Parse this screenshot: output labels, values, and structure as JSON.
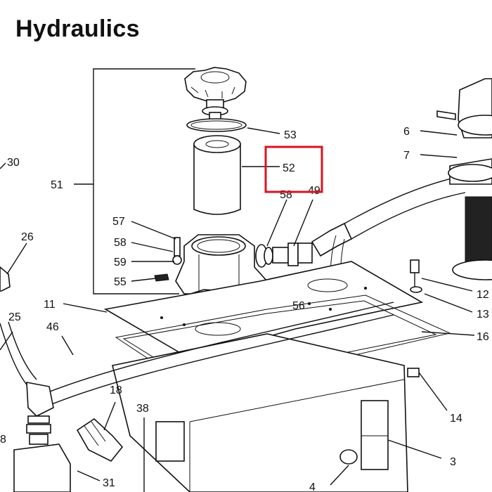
{
  "title": "Hydraulics",
  "highlight_color": "#d8141f",
  "highlighted_callout": "52",
  "callouts": {
    "c30": "30",
    "c51": "51",
    "c26": "26",
    "c57": "57",
    "c58": "58",
    "c59": "59",
    "c55": "55",
    "c53": "53",
    "c52": "52",
    "c58b": "58",
    "c49": "49",
    "c56": "56",
    "c11": "11",
    "c25": "25",
    "c46": "46",
    "c18": "18",
    "c38": "38",
    "c31": "31",
    "c6": "6",
    "c7": "7",
    "c12": "12",
    "c13": "13",
    "c16": "16",
    "c14": "14",
    "c3": "3",
    "c4": "4",
    "c8": "8"
  }
}
